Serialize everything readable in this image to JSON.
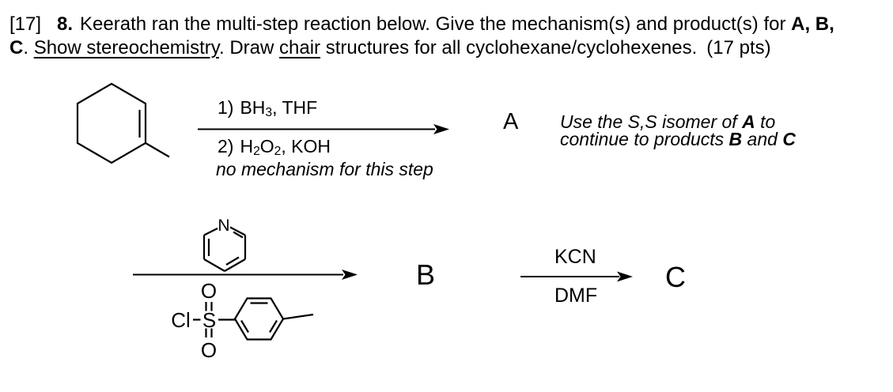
{
  "header": {
    "line1": {
      "points": "[17]",
      "number": "8.",
      "text": "Keerath ran the multi-step reaction below. Give the mechanism(s) and product(s) for ",
      "bold_products": "A, B,"
    },
    "line2": {
      "bold_product": "C",
      "sep": ". ",
      "underline1": "Show stereochemistry",
      "mid": ". Draw ",
      "underline2": "chair",
      "tail": " structures for all cyclohexane/cyclohexenes.",
      "points_value": "(17 pts)"
    }
  },
  "scheme": {
    "step1": {
      "reagent1_num": "1)",
      "reagent1_pre": "BH",
      "reagent1_sub": "3",
      "reagent1_post": ", THF",
      "reagent2_num": "2)",
      "reagent2_pre": "H",
      "reagent2_sub1": "2",
      "reagent2_mid": "O",
      "reagent2_sub2": "2",
      "reagent2_post": ", KOH",
      "note": "no mechanism for this step",
      "product_label": "A",
      "side_note_l1a": "Use the S,S isomer of ",
      "side_note_l1b": "A",
      "side_note_l1c": " to",
      "side_note_l2a": "continue to products ",
      "side_note_l2b": "B",
      "side_note_l2c": " and ",
      "side_note_l2d": "C"
    },
    "step2": {
      "product_label": "B"
    },
    "step3": {
      "reagent_above": "KCN",
      "reagent_below": "DMF",
      "product_label": "C"
    },
    "atoms": {
      "pyridine_n": "N",
      "sulfonyl_o_top": "O",
      "sulfonyl_o_bottom": "O",
      "chlorine": "Cl",
      "sulfur": "S"
    }
  }
}
